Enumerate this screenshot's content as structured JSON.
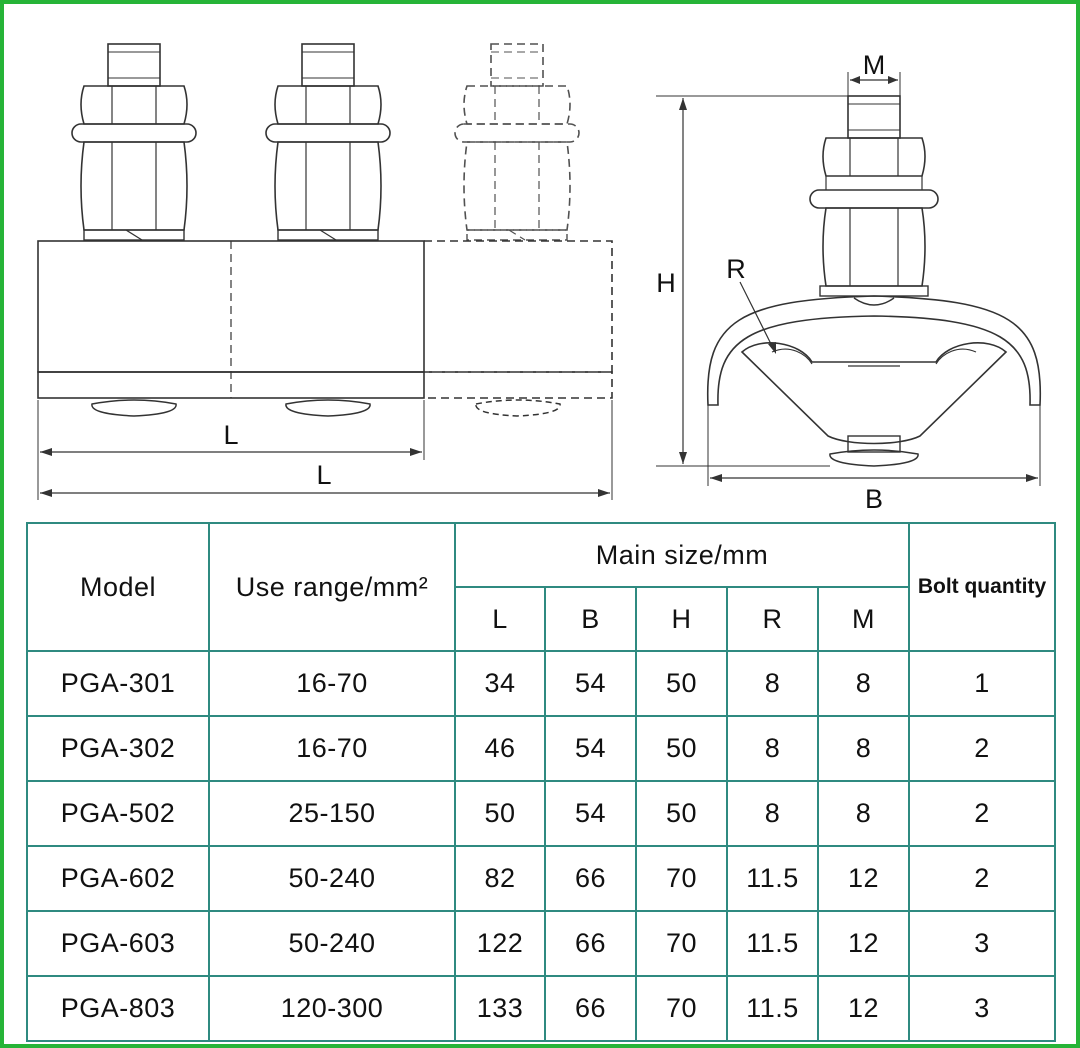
{
  "drawing": {
    "labels": {
      "length_inner": "L",
      "length_outer": "L",
      "height": "H",
      "width": "B",
      "radius": "R",
      "bolt": "M"
    }
  },
  "colors": {
    "frame": "#26b437",
    "table_border": "#2f8a80",
    "line": "#333333"
  },
  "table": {
    "headers": {
      "model": "Model",
      "use_range": "Use range/mm²",
      "main_size": "Main size/mm",
      "bolt_quantity": "Bolt quantity",
      "sub": [
        "L",
        "B",
        "H",
        "R",
        "M"
      ]
    },
    "rows": [
      {
        "model": "PGA-301",
        "range": "16-70",
        "L": "34",
        "B": "54",
        "H": "50",
        "R": "8",
        "M": "8",
        "bolts": "1"
      },
      {
        "model": "PGA-302",
        "range": "16-70",
        "L": "46",
        "B": "54",
        "H": "50",
        "R": "8",
        "M": "8",
        "bolts": "2"
      },
      {
        "model": "PGA-502",
        "range": "25-150",
        "L": "50",
        "B": "54",
        "H": "50",
        "R": "8",
        "M": "8",
        "bolts": "2"
      },
      {
        "model": "PGA-602",
        "range": "50-240",
        "L": "82",
        "B": "66",
        "H": "70",
        "R": "11.5",
        "M": "12",
        "bolts": "2"
      },
      {
        "model": "PGA-603",
        "range": "50-240",
        "L": "122",
        "B": "66",
        "H": "70",
        "R": "11.5",
        "M": "12",
        "bolts": "3"
      },
      {
        "model": "PGA-803",
        "range": "120-300",
        "L": "133",
        "B": "66",
        "H": "70",
        "R": "11.5",
        "M": "12",
        "bolts": "3"
      }
    ]
  }
}
